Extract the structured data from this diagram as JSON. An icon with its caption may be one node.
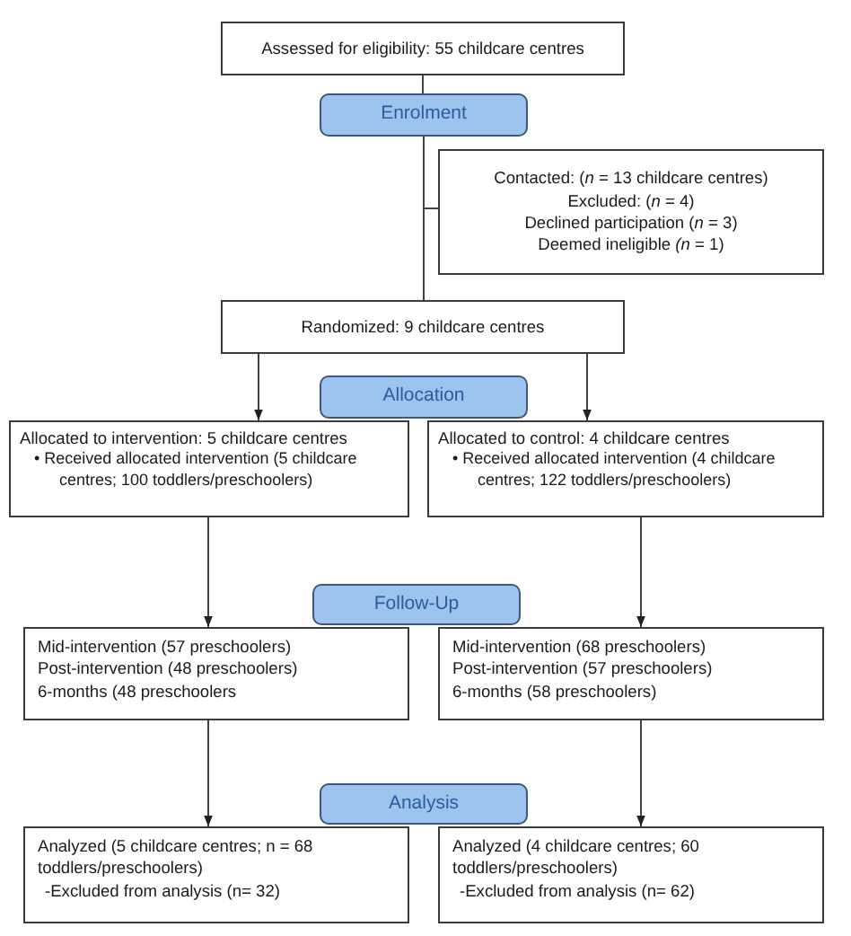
{
  "diagram": {
    "nodes": [
      {
        "text": [
          "Assessed for eligibility: 55 childcare centres"
        ]
      },
      {
        "text": [
          "Enrolment"
        ]
      },
      {
        "text": [
          "Contacted: (*n* = 13 childcare centres)",
          "Excluded: (*n* = 4)",
          "Declined participation (*n* = 3)",
          "Deemed ineligible *(n* = 1)"
        ]
      },
      {
        "text": [
          "Randomized: 9 childcare centres"
        ]
      },
      {
        "text": [
          "Allocation"
        ]
      },
      {
        "text": [
          "Allocated to intervention: 5 childcare centres",
          "• Received allocated intervention (5 childcare centres; 100 toddlers/preschoolers)"
        ]
      },
      {
        "text": [
          "Allocated to control: 4 childcare centres",
          "• Received allocated intervention (4 childcare centres; 122 toddlers/preschoolers)"
        ]
      },
      {
        "text": [
          "Follow-Up"
        ]
      },
      {
        "text": [
          "Mid-intervention (57 preschoolers)",
          "Post-intervention (48 preschoolers)",
          "6-months (48 preschoolers"
        ]
      },
      {
        "text": [
          "Mid-intervention (68 preschoolers)",
          "Post-intervention (57 preschoolers)",
          "6-months (58 preschoolers)"
        ]
      },
      {
        "text": [
          "Analysis"
        ]
      },
      {
        "text": [
          "Analyzed (5 childcare centres; n = 68 toddlers/preschoolers)",
          "-Excluded from analysis (n= 32)"
        ]
      },
      {
        "text": [
          "Analyzed (4 childcare centres; 60 toddlers/preschoolers)",
          "-Excluded from analysis (n= 62)"
        ]
      }
    ],
    "edges": [
      {
        "from": 0,
        "to": 1,
        "arrow": "none"
      },
      {
        "from": 1,
        "to": 3,
        "arrow": "none"
      },
      {
        "from": 1,
        "to": 2,
        "arrow": "none"
      },
      {
        "from": 3,
        "to": 5,
        "arrow": "to"
      },
      {
        "from": 3,
        "to": 6,
        "arrow": "to"
      },
      {
        "from": 5,
        "to": 8,
        "arrow": "to"
      },
      {
        "from": 6,
        "to": 9,
        "arrow": "to"
      },
      {
        "from": 8,
        "to": 11,
        "arrow": "to"
      },
      {
        "from": 9,
        "to": 12,
        "arrow": "to"
      }
    ]
  }
}
